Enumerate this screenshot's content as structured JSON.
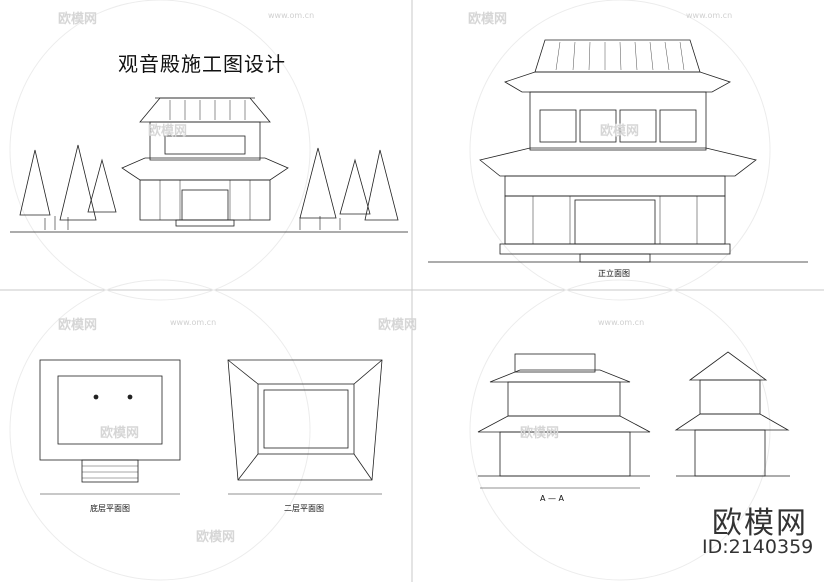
{
  "title": "观音殿施工图设计",
  "captions": {
    "front_elevation": "正立面图",
    "ground_plan": "底层平面图",
    "second_plan": "二层平面图",
    "section": "A — A"
  },
  "watermark": {
    "brand": "欧模网",
    "url": "www.om.cn",
    "id": "ID:2140359"
  },
  "colors": {
    "line": "#222222",
    "guide": "#cccccc",
    "watermark": "#d6d6d6"
  }
}
